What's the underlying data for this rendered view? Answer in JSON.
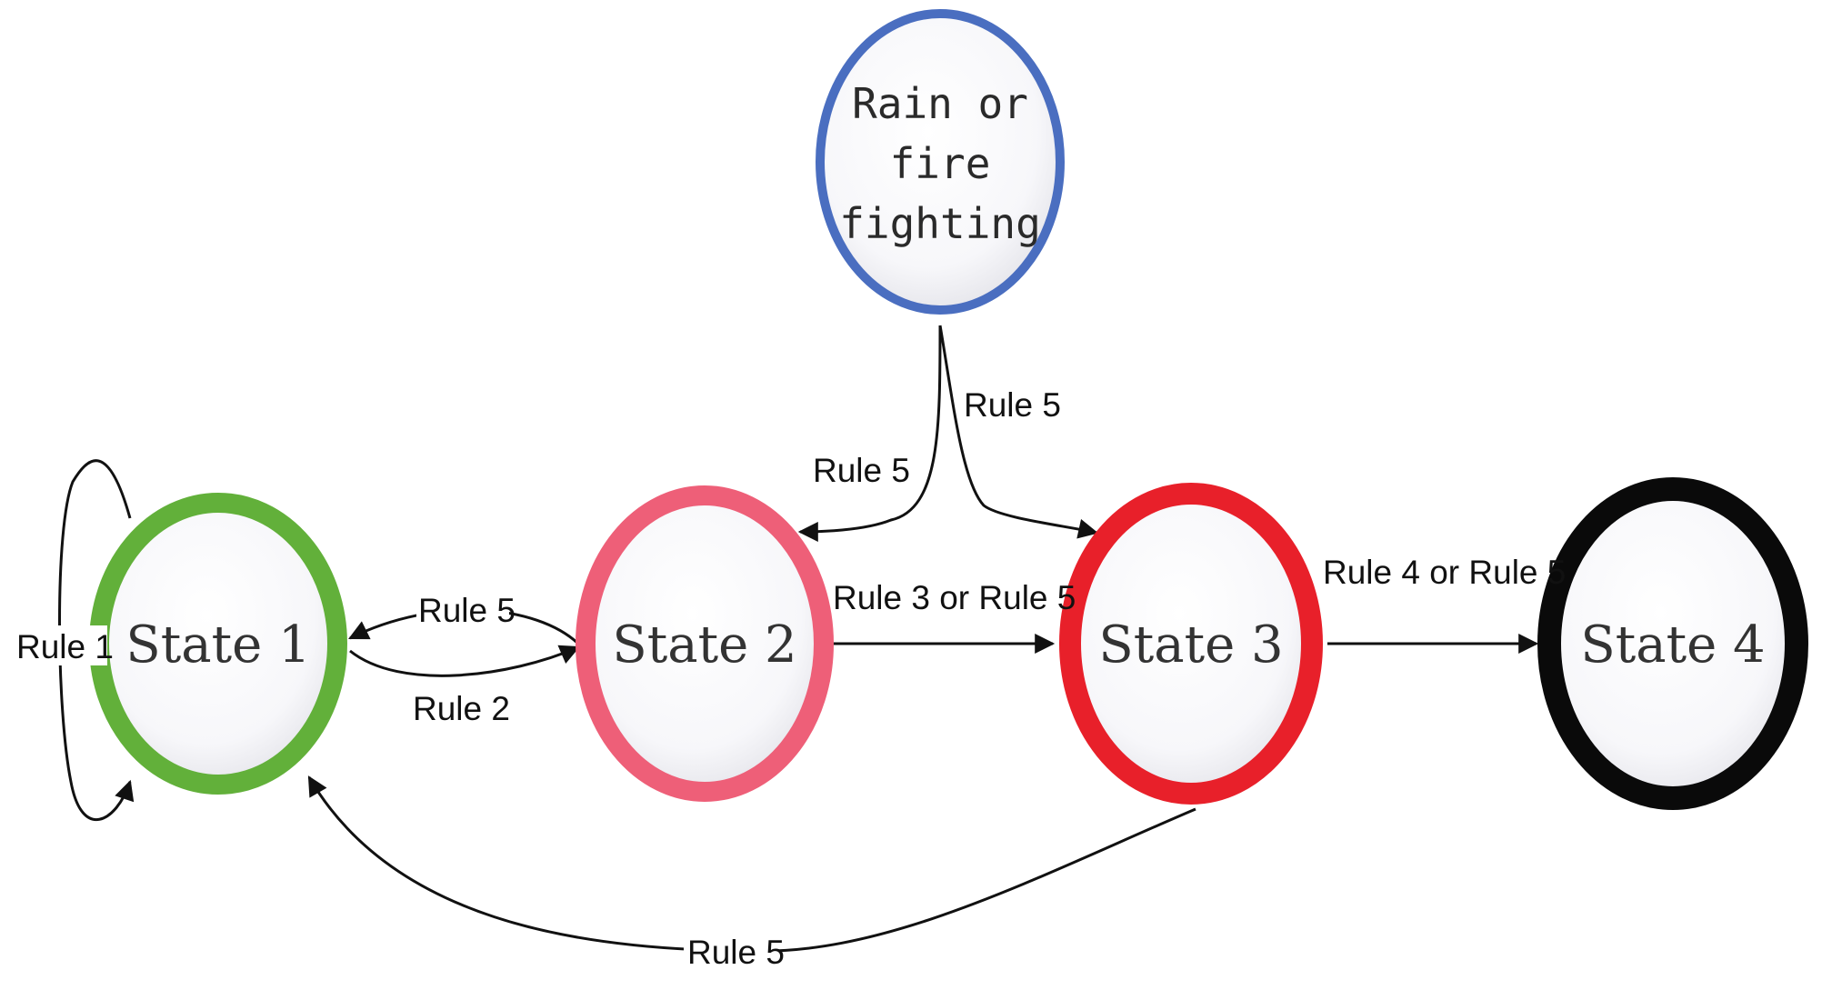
{
  "nodes": {
    "state1": {
      "label": "State 1",
      "border_color": "#62b03a"
    },
    "state2": {
      "label": "State 2",
      "border_color": "#ee5f78"
    },
    "state3": {
      "label": "State 3",
      "border_color": "#e8202a"
    },
    "state4": {
      "label": "State 4",
      "border_color": "#0a0a0a"
    },
    "rain": {
      "label_lines": [
        "Rain or",
        "fire",
        "fighting"
      ],
      "border_color": "#4a6ec0"
    }
  },
  "edges": {
    "s1_self": {
      "label": "Rule 1"
    },
    "s2_to_s1": {
      "label": "Rule 5"
    },
    "s1_to_s2": {
      "label": "Rule 2"
    },
    "s2_to_s3": {
      "label": "Rule 3 or Rule 5"
    },
    "s3_to_s4": {
      "label": "Rule 4 or Rule 5"
    },
    "rain_to_s2": {
      "label": "Rule 5"
    },
    "rain_to_s3": {
      "label": "Rule 5"
    },
    "s3_to_s1": {
      "label": "Rule 5"
    }
  }
}
